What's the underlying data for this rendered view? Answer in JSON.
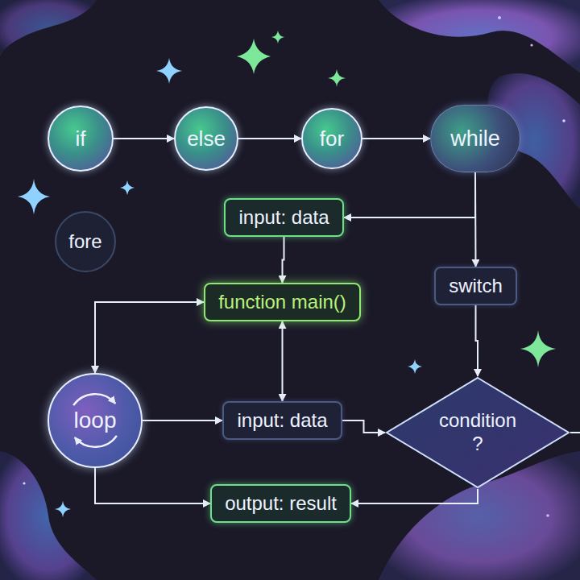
{
  "diagram": {
    "nodes": [
      {
        "text": [
          "if"
        ]
      },
      {
        "text": [
          "else"
        ]
      },
      {
        "text": [
          "for"
        ]
      },
      {
        "text": [
          "while"
        ]
      },
      {
        "text": [
          "fore"
        ]
      },
      {
        "text": [
          "input: data"
        ]
      },
      {
        "text": [
          "switch"
        ]
      },
      {
        "text": [
          "function main()"
        ]
      },
      {
        "text": [
          "loop"
        ]
      },
      {
        "text": [
          "input: data"
        ]
      },
      {
        "text": [
          "condition ?"
        ]
      },
      {
        "text": [
          "output: result"
        ]
      }
    ],
    "edges": [
      {
        "from": 0,
        "to": 1,
        "arrow": "to"
      },
      {
        "from": 1,
        "to": 2,
        "arrow": "to"
      },
      {
        "from": 2,
        "to": 3,
        "arrow": "to"
      },
      {
        "from": 3,
        "to": 5,
        "arrow": "to"
      },
      {
        "from": 3,
        "to": 6,
        "arrow": "to"
      },
      {
        "from": 5,
        "to": 7,
        "arrow": "to"
      },
      {
        "from": 7,
        "to": 9,
        "arrow": "both"
      },
      {
        "from": 8,
        "to": 7,
        "arrow": "both"
      },
      {
        "from": 8,
        "to": 9,
        "arrow": "to"
      },
      {
        "from": 9,
        "to": 10,
        "arrow": "to"
      },
      {
        "from": 6,
        "to": 10,
        "arrow": "to"
      },
      {
        "from": 10,
        "to": 11,
        "arrow": "to"
      },
      {
        "from": 8,
        "to": 11,
        "arrow": "to"
      }
    ]
  }
}
